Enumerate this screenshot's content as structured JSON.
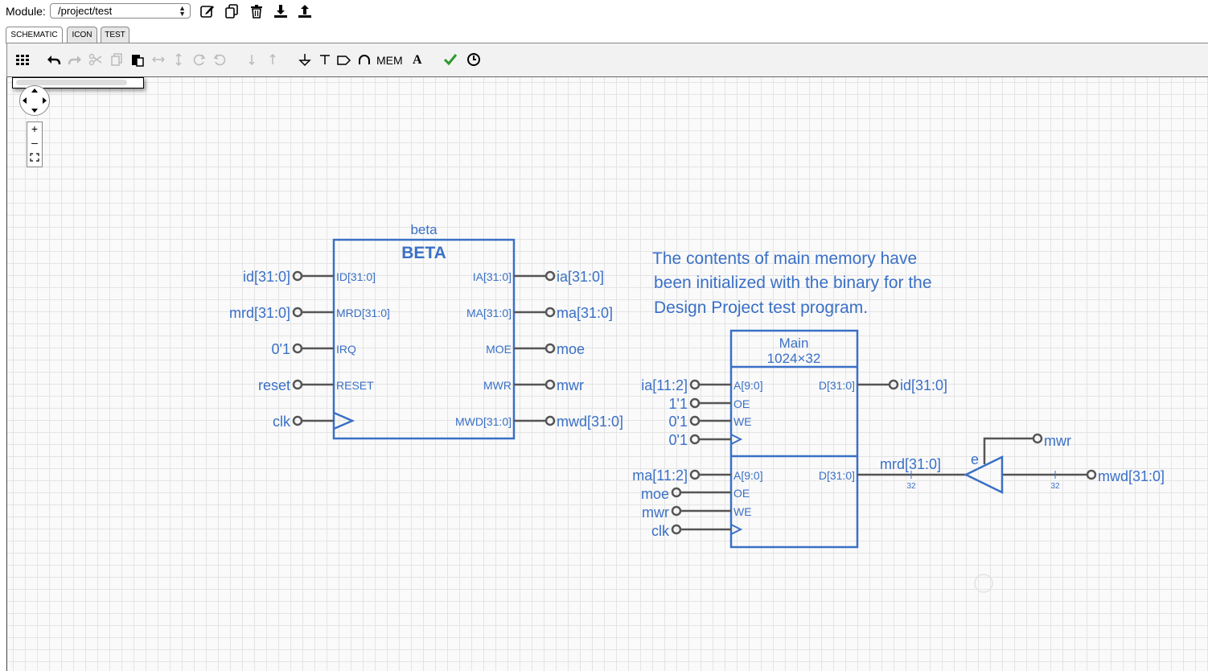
{
  "header": {
    "module_label": "Module:",
    "module_value": "/project/test",
    "icons": [
      "edit-icon",
      "copy-icon",
      "trash-icon",
      "download-icon",
      "upload-icon"
    ]
  },
  "tabs": [
    {
      "label": "SCHEMATIC",
      "active": true
    },
    {
      "label": "ICON",
      "active": false
    },
    {
      "label": "TEST",
      "active": false
    }
  ],
  "toolbar": {
    "mem_label": "MEM",
    "text_tool_label": "A",
    "zoom_in": "+",
    "zoom_out": "–",
    "accent_check": "#2e9a2e"
  },
  "colors": {
    "wire": "#3a70c6",
    "wire_dark": "#555555",
    "label_blue": "#3a70c6",
    "grid": "#e4e4e4"
  },
  "schematic": {
    "beta": {
      "instance_name": "beta",
      "title": "BETA",
      "left_pins": [
        "ID[31:0]",
        "MRD[31:0]",
        "IRQ",
        "RESET"
      ],
      "right_pins": [
        "IA[31:0]",
        "MA[31:0]",
        "MOE",
        "MWR",
        "MWD[31:0]"
      ],
      "left_nets": [
        "id[31:0]",
        "mrd[31:0]",
        "0'1",
        "reset",
        "clk"
      ],
      "right_nets": [
        "ia[31:0]",
        "ma[31:0]",
        "moe",
        "mwr",
        "mwd[31:0]"
      ]
    },
    "note": {
      "line1": "The contents of main memory have",
      "line2": "been initialized with the binary for the",
      "line3": "Design Project test program."
    },
    "memory": {
      "name": "Main",
      "size": "1024×32",
      "port1_pins": [
        "A[9:0]",
        "OE",
        "WE"
      ],
      "port1_out": "D[31:0]",
      "port1_nets": [
        "ia[11:2]",
        "1'1",
        "0'1",
        "0'1"
      ],
      "port1_out_net": "id[31:0]",
      "port2_pins": [
        "A[9:0]",
        "OE",
        "WE"
      ],
      "port2_out": "D[31:0]",
      "port2_nets": [
        "ma[11:2]",
        "moe",
        "mwr",
        "clk"
      ]
    },
    "tristate": {
      "enable_label": "e",
      "enable_net": "mwr",
      "out_net": "mrd[31:0]",
      "in_net": "mwd[31:0]",
      "width_label_left": "32",
      "width_label_right": "32"
    }
  }
}
